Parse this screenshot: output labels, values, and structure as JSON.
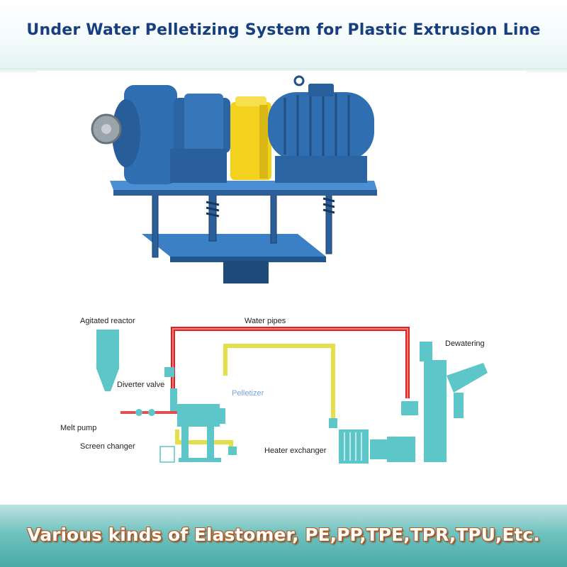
{
  "header": {
    "title": "Under Water Pelletizing System for Plastic Extrusion Line"
  },
  "diagram": {
    "labels": {
      "agitated_reactor": "Agitated reactor",
      "water_pipes": "Water pipes",
      "dewatering": "Dewatering",
      "diverter_valve": "Diverter valve",
      "pelletizer": "Pelletizer",
      "melt_pump": "Melt pump",
      "screen_changer": "Screen changer",
      "heater_exchanger": "Heater exchanger"
    },
    "colors": {
      "equipment": "#5cc6c8",
      "hot_water_pipe": "#d8232a",
      "cold_water_pipe": "#e3e04a",
      "melt_line": "#e05050",
      "pelletizer_label": "#7aa0e8"
    }
  },
  "machine": {
    "colors": {
      "motor_blue": "#2f6eb0",
      "guard_yellow": "#f3d21e",
      "frame_blue": "#3b7fc4",
      "cutter_grey": "#9aa4ad"
    }
  },
  "footer": {
    "text": "Various kinds of Elastomer, PE,PP,TPE,TPR,TPU,Etc."
  }
}
